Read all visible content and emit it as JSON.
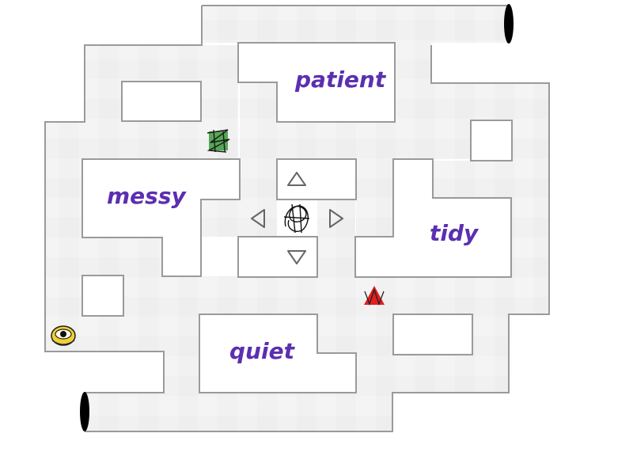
{
  "game": {
    "colors": {
      "path": "#f1f1f1",
      "wall": "#9a9a9a",
      "label": "#5b2fb0",
      "tunnel": "#000000",
      "player_green": "#3a9a3a",
      "player_red": "#e02020",
      "player_yellow": "#f1d035"
    }
  },
  "rooms": [
    {
      "label": "patient"
    },
    {
      "label": "messy"
    },
    {
      "label": "tidy"
    },
    {
      "label": "quiet"
    }
  ],
  "controls": {
    "up": "up-arrow",
    "down": "down-arrow",
    "left": "left-arrow",
    "right": "right-arrow"
  },
  "players": [
    {
      "name": "green-scribble-creature-icon"
    },
    {
      "name": "red-triangle-creature-icon"
    },
    {
      "name": "yellow-eye-creature-icon"
    },
    {
      "name": "black-scribble-creature-icon"
    }
  ]
}
